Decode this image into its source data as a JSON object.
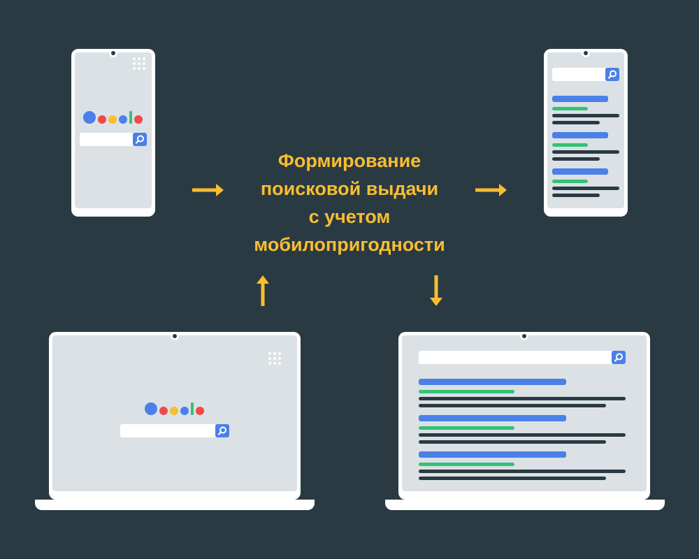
{
  "headline": {
    "lines": [
      "Формирование",
      "поисковой выдачи",
      "с учетом",
      "мобилопригодности"
    ]
  },
  "colors": {
    "background": "#2a3a43",
    "arrow": "#f8be2f",
    "device_frame": "#ffffff",
    "screen": "#dbe1e5",
    "result_title": "#4a80e8",
    "result_url": "#33c277",
    "result_text": "#2a3a43",
    "search_button": "#4a80e8",
    "logo_blue": "#4a80e8",
    "logo_red": "#ef4a4a",
    "logo_yellow": "#f8be2f",
    "logo_green": "#33c277"
  },
  "icons": [
    "search-icon",
    "apps-grid-icon",
    "camera-notch-icon",
    "arrow-right-icon",
    "arrow-up-icon",
    "arrow-down-icon"
  ],
  "flow": [
    "mobile-search-page",
    "mobile-results-page",
    "desktop-results-page",
    "desktop-search-page"
  ]
}
